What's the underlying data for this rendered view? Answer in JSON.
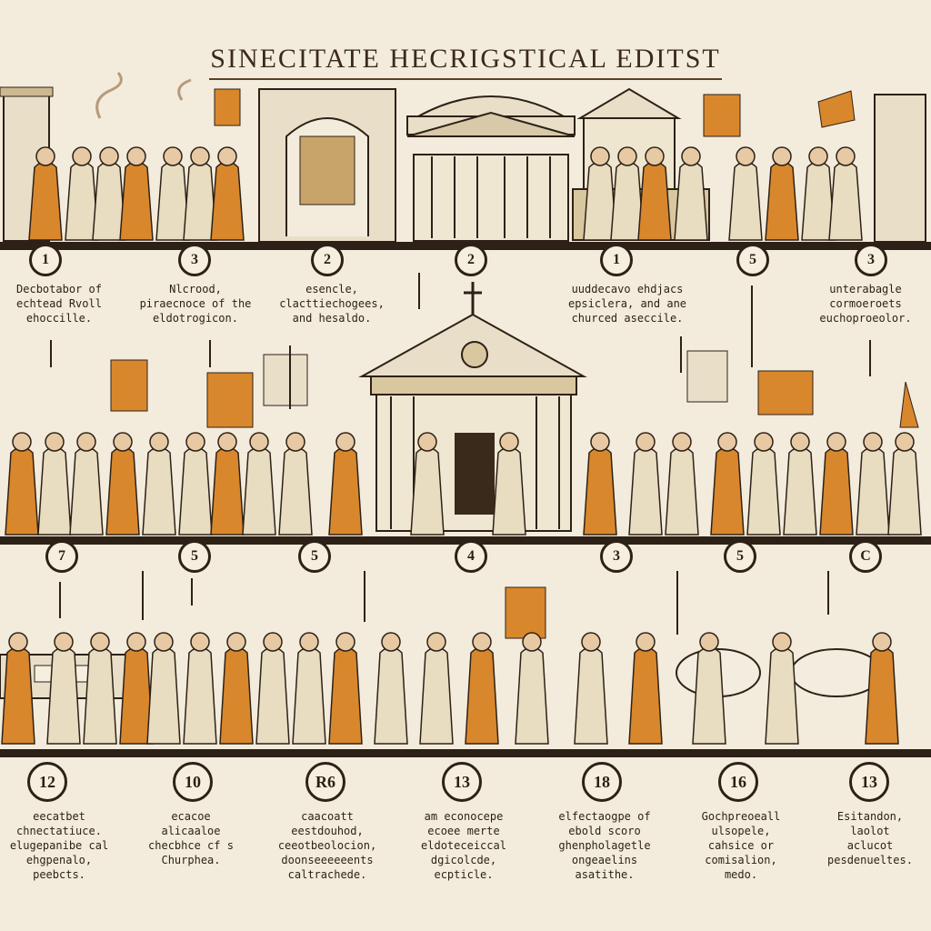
{
  "title": "SINECITATE HECRIGSTICAL EDITST",
  "colors": {
    "paper": "#f3ecdc",
    "ink": "#2d2117",
    "robe_orange": "#d9872c",
    "robe_cream": "#e8dcc1",
    "stone": "#e9dfc8"
  },
  "rows": [
    {
      "markers": [
        "1",
        "3",
        "2",
        "2",
        "1",
        "5",
        "3"
      ],
      "captions": [
        "Decbotabor of\nechtead Rvoll\nehoccille.",
        "Nlcrood,\npiraecnoce of the\neldotrogicon.",
        "esencle,\nclacttiechogees,\nand hesaldo.",
        "uuddecavo ehdjacs\nepsiclera, and ane\nchurced aseccile.",
        "",
        "",
        "unterabagle\ncormoeroets\neuchoproeolor."
      ]
    },
    {
      "markers": [
        "7",
        "5",
        "5",
        "4",
        "3",
        "5",
        "C"
      ]
    },
    {
      "markers": [
        "12",
        "10",
        "R6",
        "13",
        "18",
        "16",
        "13"
      ],
      "captions": [
        "eecatbet\nchnectatiuce.\nelugepanibe cal\nehgpenalo,\npeebcts.",
        "ecacoe\nalicaaloe\nchecbhce cf s\nChurphea.",
        "caacoatt\neestdouhod,\nceeotbeolocion,\ndoonseeeeeents\ncaltrachede.",
        "am econocepe\necoee merte\neldoteceiccal\ndgicolcde,\necpticle.",
        "elfectaogpe of\nebold scoro\nghenpholagetle\nongeaelins\nasatithe.",
        "Gochpreoeall\nulsopele,\ncahsice or\ncomisalion,\nmedo.",
        "Esitandon,\nlaolot\naclucot\npesdenueltes."
      ]
    }
  ]
}
